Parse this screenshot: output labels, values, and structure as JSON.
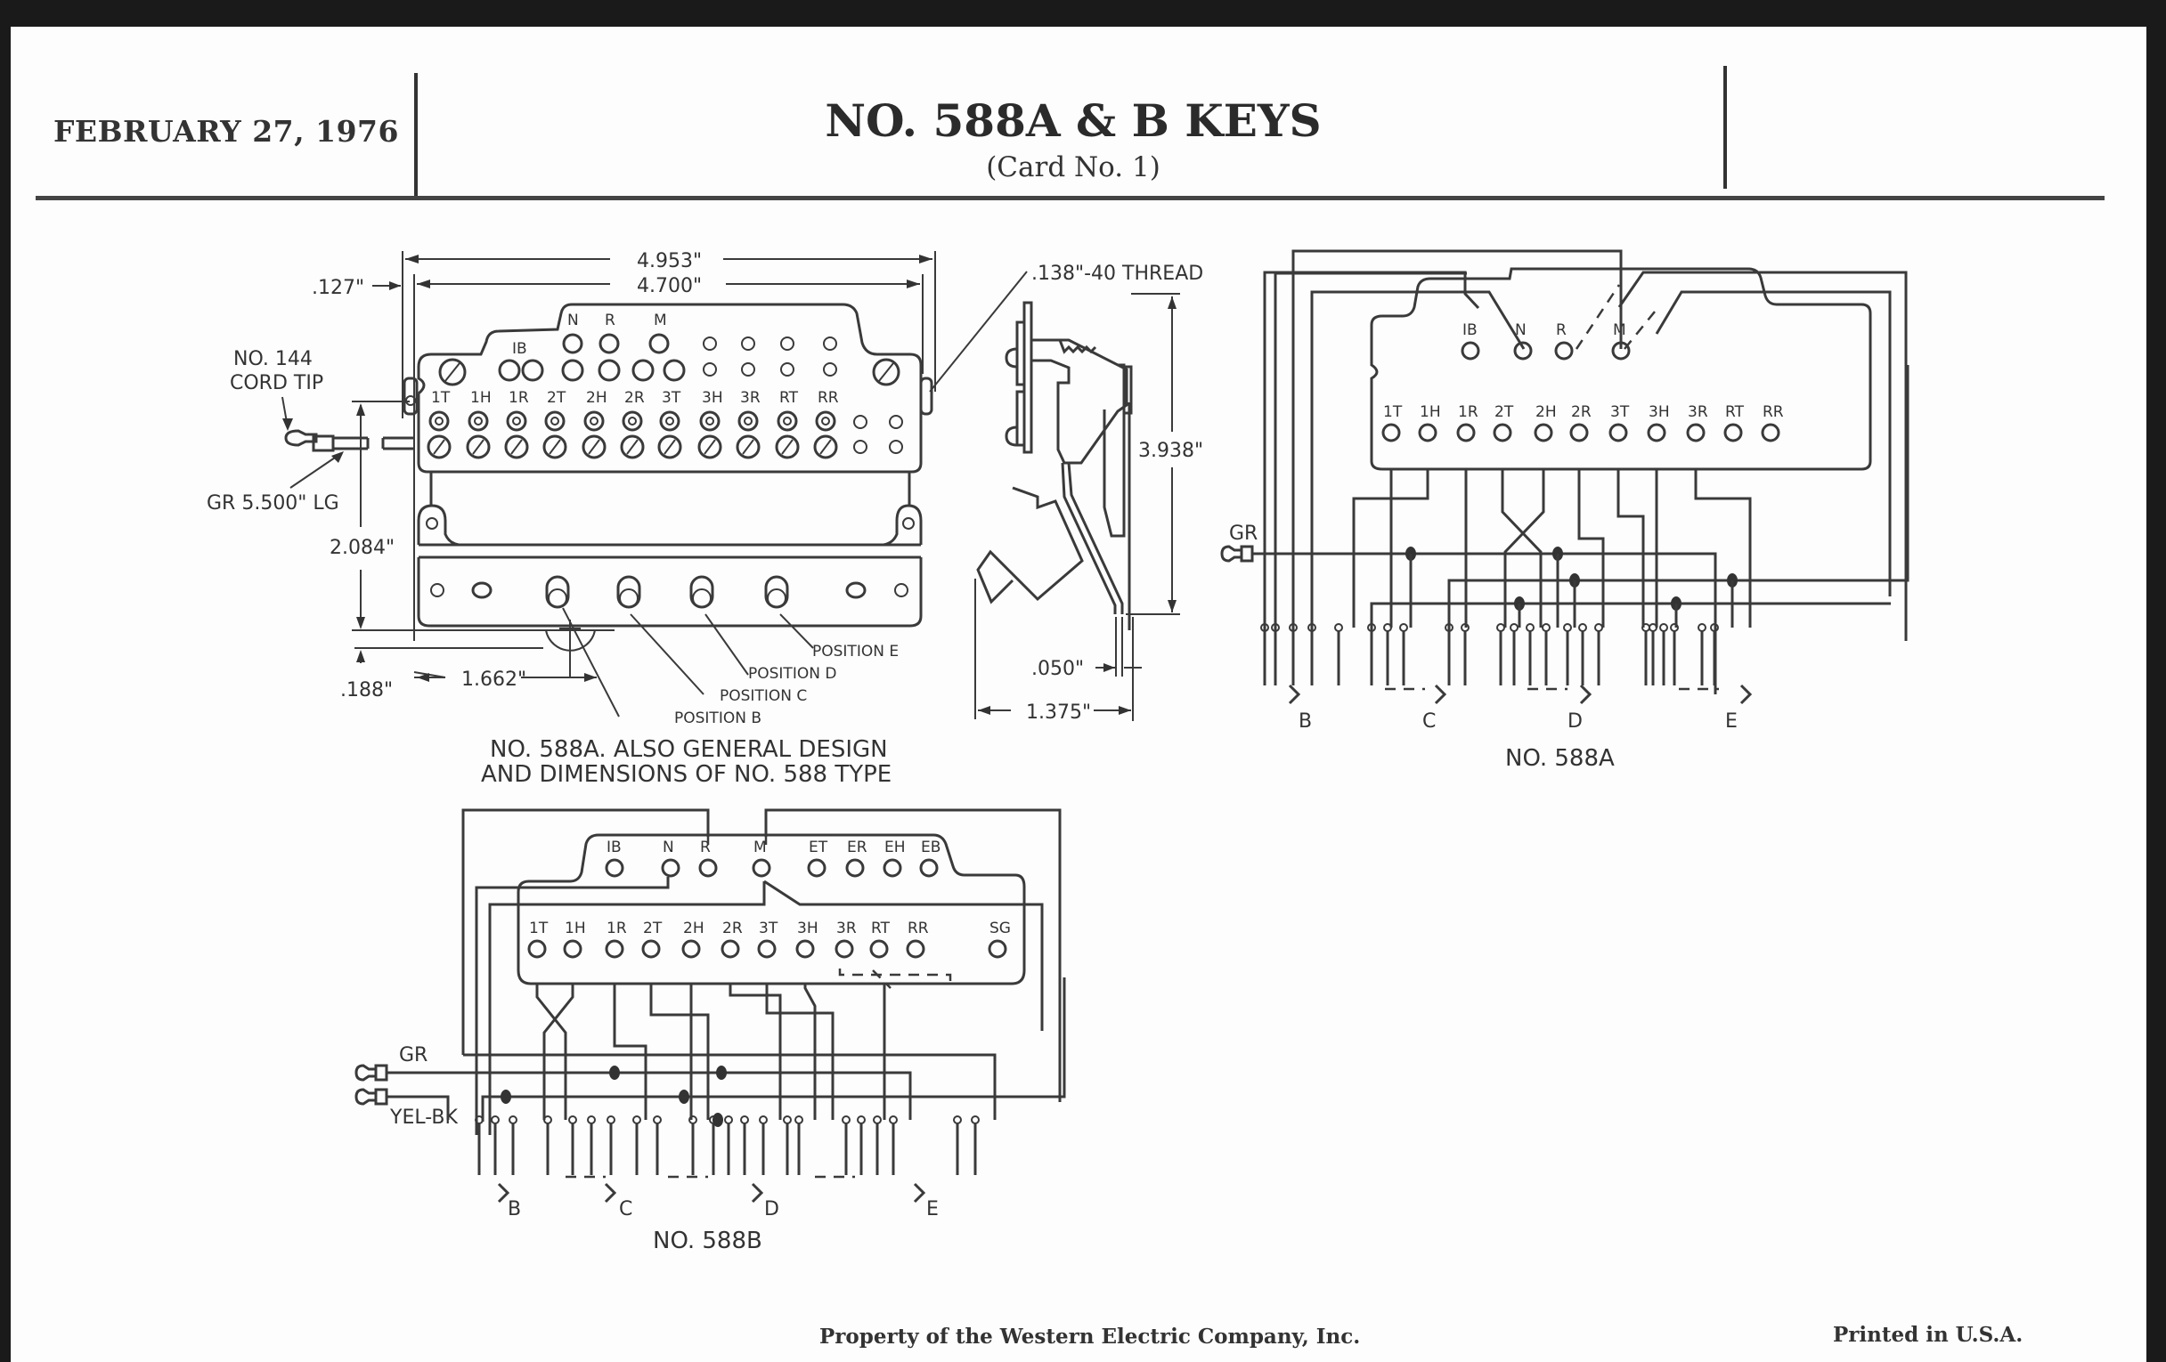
{
  "header": {
    "date": "FEBRUARY 27, 1976",
    "title": "NO. 588A & B KEYS",
    "subtitle": "(Card No. 1)"
  },
  "footer": {
    "property": "Property of the Western Electric Company, Inc.",
    "printed": "Printed in U.S.A."
  },
  "front_view": {
    "dim_overall_width": "4.953\"",
    "dim_inner_width": "4.700\"",
    "dim_offset": ".127\"",
    "cord_tip_label_1": "NO. 144",
    "cord_tip_label_2": "CORD TIP",
    "cord_label": "GR 5.500\" LG",
    "dim_height": "2.084\"",
    "dim_bottom": ".188\"",
    "dim_position_b": "1.662\"",
    "top_terminals": [
      "IB",
      "N",
      "R",
      "M"
    ],
    "terminals": [
      "1T",
      "1H",
      "1R",
      "2T",
      "2H",
      "2R",
      "3T",
      "3H",
      "3R",
      "RT",
      "RR"
    ],
    "positions": [
      "POSITION B",
      "POSITION C",
      "POSITION D",
      "POSITION E"
    ],
    "caption_1": "NO. 588A. ALSO GENERAL DESIGN",
    "caption_2": "AND DIMENSIONS OF NO. 588 TYPE"
  },
  "side_view": {
    "thread": ".138\"-40 THREAD",
    "dim_height": "3.938\"",
    "dim_gap": ".050\"",
    "dim_depth": "1.375\""
  },
  "schematic_588a": {
    "title": "NO. 588A",
    "top_terminals": [
      "IB",
      "N",
      "R",
      "M"
    ],
    "terminals": [
      "1T",
      "1H",
      "1R",
      "2T",
      "2H",
      "2R",
      "3T",
      "3H",
      "3R",
      "RT",
      "RR"
    ],
    "cord": "GR",
    "positions": [
      "B",
      "C",
      "D",
      "E"
    ]
  },
  "schematic_588b": {
    "title": "NO. 588B",
    "top_terminals": [
      "IB",
      "N",
      "R",
      "M",
      "ET",
      "ER",
      "EH",
      "EB"
    ],
    "terminals": [
      "1T",
      "1H",
      "1R",
      "2T",
      "2H",
      "2R",
      "3T",
      "3H",
      "3R",
      "RT",
      "RR",
      "SG"
    ],
    "cords": [
      "GR",
      "YEL-BK"
    ],
    "positions": [
      "B",
      "C",
      "D",
      "E"
    ]
  }
}
